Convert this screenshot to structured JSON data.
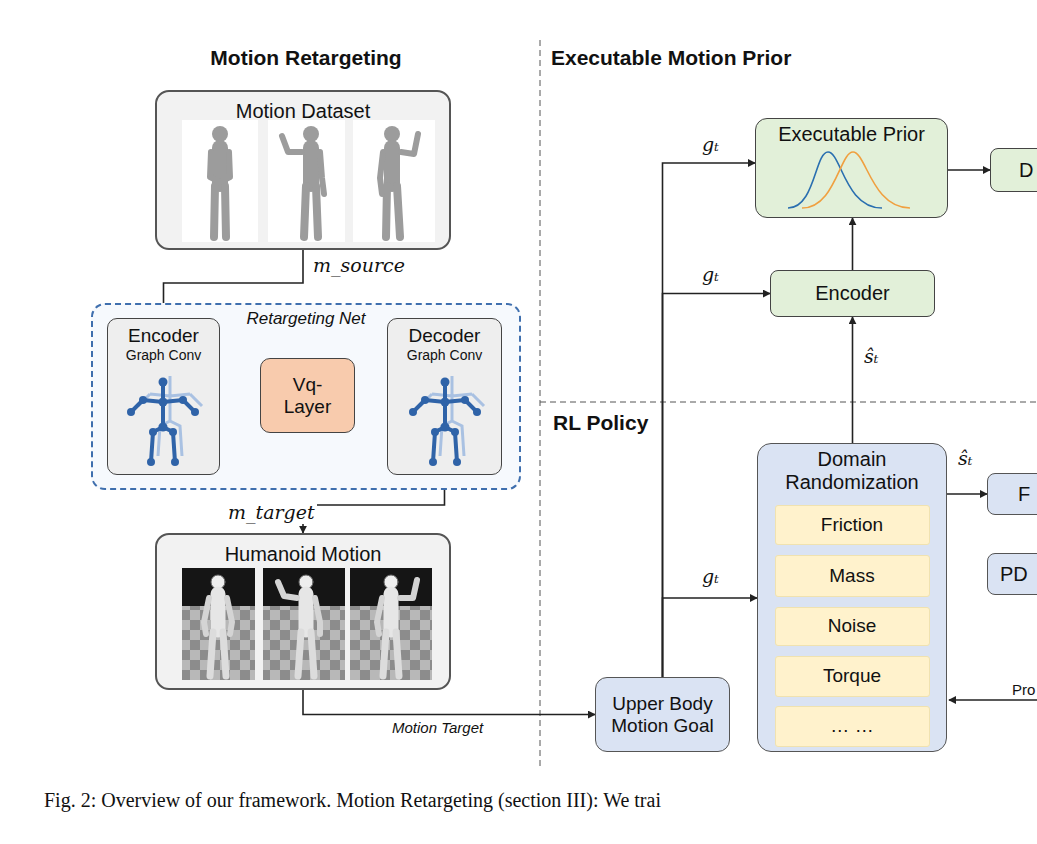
{
  "diagram": {
    "caption": "Fig. 2: Overview of our framework. Motion Retargeting (section III): We trai",
    "nodes": [
      {
        "text": [
          "Motion Dataset"
        ]
      },
      {
        "text": [
          "Retargeting Net"
        ]
      },
      {
        "text": [
          "Encoder",
          "Graph Conv"
        ],
        "in": 1
      },
      {
        "text": [
          "Vq- Layer"
        ],
        "in": 1
      },
      {
        "text": [
          "Decoder",
          "Graph Conv"
        ],
        "in": 1
      },
      {
        "text": [
          "Humanoid Motion"
        ]
      },
      {
        "text": [
          "Upper Body Motion Goal"
        ]
      },
      {
        "text": [
          "Executable Prior"
        ]
      },
      {
        "text": [
          "Encoder"
        ]
      },
      {
        "text": [
          "D"
        ]
      },
      {
        "text": [
          "Domain Randomization"
        ]
      },
      {
        "text": [
          "Friction"
        ],
        "in": 10
      },
      {
        "text": [
          "Mass"
        ],
        "in": 10
      },
      {
        "text": [
          "Noise"
        ],
        "in": 10
      },
      {
        "text": [
          "Torque"
        ],
        "in": 10
      },
      {
        "text": [
          "… …"
        ],
        "in": 10
      },
      {
        "text": [
          "F"
        ]
      },
      {
        "text": [
          "PD"
        ]
      }
    ],
    "edges": [
      {
        "from": 0,
        "to": 2,
        "arrow": "to",
        "label": "m_source"
      },
      {
        "from": 2,
        "to": 3,
        "arrow": "to"
      },
      {
        "from": 3,
        "to": 4,
        "arrow": "to"
      },
      {
        "from": 4,
        "to": 5,
        "arrow": "to",
        "label": "m_target"
      },
      {
        "from": 5,
        "to": 6,
        "arrow": "to",
        "label": "Motion Target"
      },
      {
        "from": 6,
        "to": 7,
        "arrow": "to",
        "label": "gₜ"
      },
      {
        "from": 6,
        "to": 8,
        "arrow": "to",
        "label": "gₜ"
      },
      {
        "from": 6,
        "to": 10,
        "arrow": "to",
        "label": "gₜ"
      },
      {
        "from": 10,
        "to": 8,
        "arrow": "to",
        "label": "ŝₜ"
      },
      {
        "from": 8,
        "to": 7,
        "arrow": "to"
      },
      {
        "from": 7,
        "to": 9,
        "arrow": "to"
      },
      {
        "from": 10,
        "to": 16,
        "arrow": "to",
        "label": "ŝₜ"
      }
    ],
    "labels": [
      "Motion Retargeting",
      "Executable Motion Prior",
      "RL Policy",
      "Pro"
    ]
  }
}
